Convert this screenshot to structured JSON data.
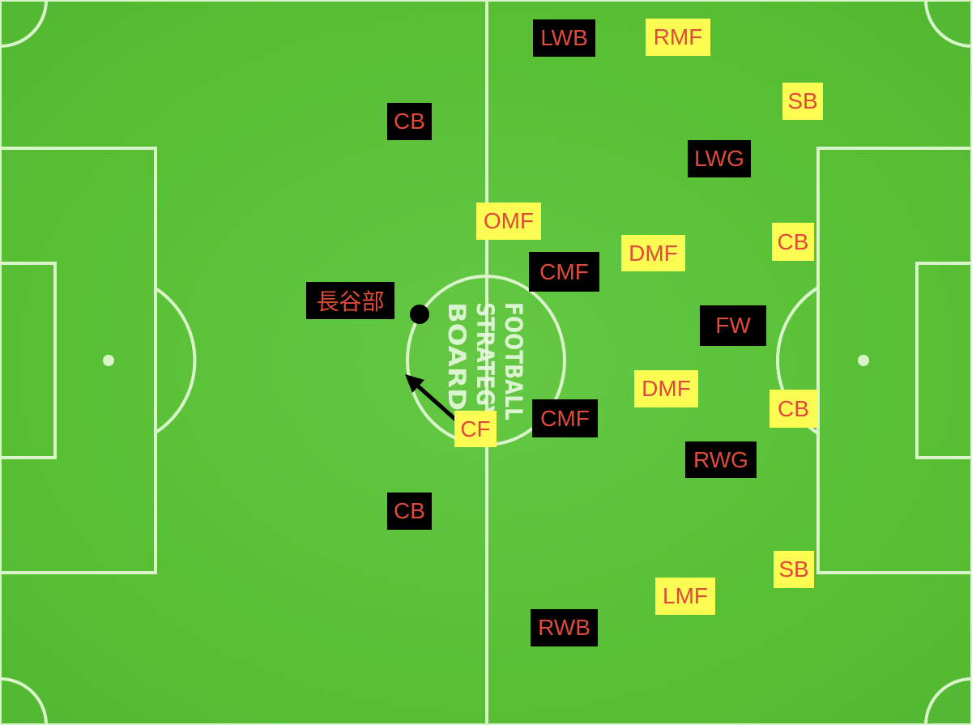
{
  "pitch": {
    "grass_color": "#5cc53a",
    "line_color": "#d9f4c9"
  },
  "logo": {
    "lines": [
      "FOOTBALL",
      "STRATEGY",
      "BOARD"
    ]
  },
  "team_black": {
    "box_color": "#000000",
    "text_color": "#e04a3a",
    "players": [
      "LWB",
      "CB",
      "LWG",
      "CMF",
      "長谷部",
      "FW",
      "CMF",
      "RWG",
      "CB",
      "RWB"
    ]
  },
  "team_yellow": {
    "box_color": "#fcfc52",
    "text_color": "#e04a3a",
    "players": [
      "RMF",
      "SB",
      "OMF",
      "DMF",
      "CB",
      "DMF",
      "CB",
      "CF",
      "SB",
      "LMF"
    ]
  },
  "ball": {
    "icon": "ball-icon",
    "color": "#000000"
  },
  "movement_arrow": {
    "icon": "arrow-icon",
    "color": "#000000"
  }
}
